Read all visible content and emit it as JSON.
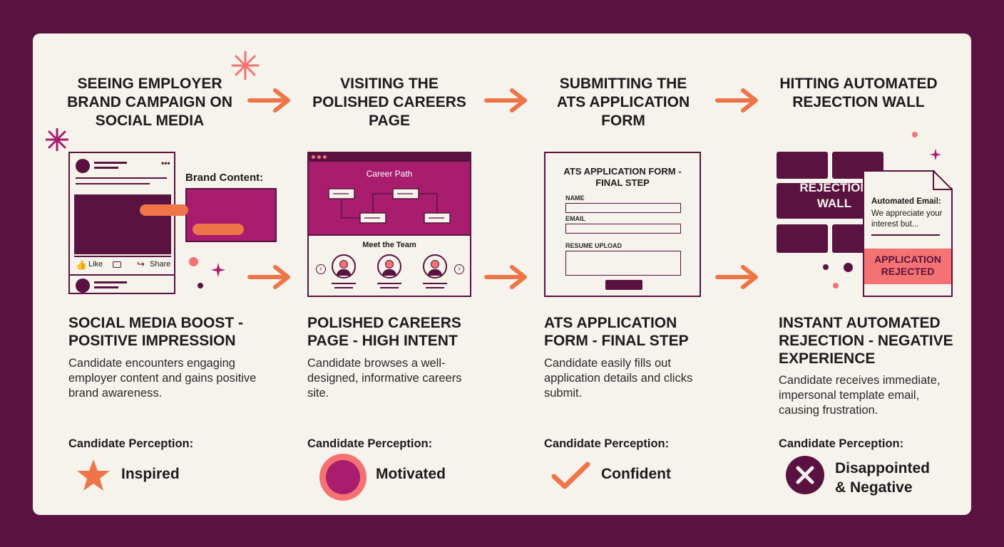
{
  "stages": [
    {
      "title": "SEEING EMPLOYER BRAND CAMPAIGN ON SOCIAL MEDIA",
      "heading": "SOCIAL MEDIA BOOST - POSITIVE IMPRESSION",
      "description": "Candidate encounters engaging employer content and gains positive brand awareness.",
      "perception_label": "Candidate Perception:",
      "perception": "Inspired",
      "perception_icon": "star-icon"
    },
    {
      "title": "VISITING THE POLISHED CAREERS PAGE",
      "heading": "POLISHED CAREERS PAGE - HIGH INTENT",
      "description": "Candidate browses a well-designed, informative careers site.",
      "perception_label": "Candidate Perception:",
      "perception": "Motivated",
      "perception_icon": "circle-icon"
    },
    {
      "title": "SUBMITTING THE ATS APPLICATION FORM",
      "heading": "ATS APPLICATION FORM - FINAL STEP",
      "description": "Candidate easily fills out application details and clicks submit.",
      "perception_label": "Candidate Perception:",
      "perception": "Confident",
      "perception_icon": "checkmark-icon"
    },
    {
      "title": "HITTING AUTOMATED REJECTION WALL",
      "heading": "INSTANT AUTOMATED REJECTION - NEGATIVE EXPERIENCE",
      "description": "Candidate receives immediate, impersonal template email, causing frustration.",
      "perception_label": "Candidate Perception:",
      "perception": "Disappointed & Negative",
      "perception_icon": "x-circle-icon"
    }
  ],
  "social_post": {
    "brand_label": "Brand Content:",
    "like": "Like",
    "share": "Share"
  },
  "careers_page": {
    "header": "Career Path",
    "team": "Meet the Team"
  },
  "ats_form": {
    "title": "ATS APPLICATION FORM - FINAL STEP",
    "name_label": "NAME",
    "email_label": "EMAIL",
    "resume_label": "RESUME UPLOAD"
  },
  "rejection": {
    "wall_label": "REJECTION WALL",
    "email_title": "Automated Email:",
    "email_body": "We appreciate your interest but...",
    "stamp": "APPLICATION REJECTED"
  },
  "colors": {
    "background": "#5a1340",
    "card": "#f6f2ec",
    "plum": "#5a1340",
    "magenta": "#a81d6e",
    "orange": "#ee7547",
    "salmon": "#f47272"
  }
}
